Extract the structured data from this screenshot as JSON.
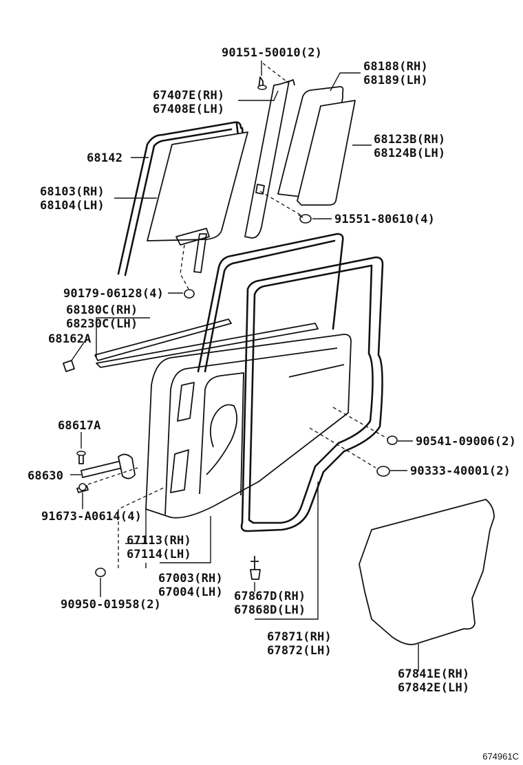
{
  "diagram": {
    "reference_code": "674961C",
    "labels": {
      "p90151": "90151-50010(2)",
      "p68188": "68188(RH)",
      "p68189": "68189(LH)",
      "p67407": "67407E(RH)",
      "p67408": "67408E(LH)",
      "p68123": "68123B(RH)",
      "p68124": "68124B(LH)",
      "p68142": "68142",
      "p68103": "68103(RH)",
      "p68104": "68104(LH)",
      "p91551": "91551-80610(4)",
      "p90179": "90179-06128(4)",
      "p68180": "68180C(RH)",
      "p68230": "68230C(LH)",
      "p68162": "68162A",
      "p68617": "68617A",
      "p90541": "90541-09006(2)",
      "p68630": "68630",
      "p90333": "90333-40001(2)",
      "p91673": "91673-A0614(4)",
      "p67113": "67113(RH)",
      "p67114": "67114(LH)",
      "p67003": "67003(RH)",
      "p67004": "67004(LH)",
      "p67867": "67867D(RH)",
      "p67868": "67868D(LH)",
      "p90950": "90950-01958(2)",
      "p67871": "67871(RH)",
      "p67872": "67872(LH)",
      "p67841": "67841E(RH)",
      "p67842": "67842E(LH)"
    }
  }
}
